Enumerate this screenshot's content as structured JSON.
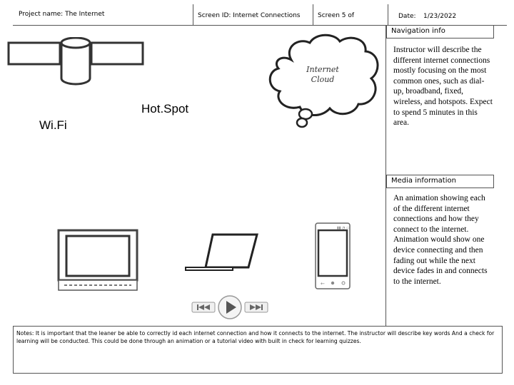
{
  "header": {
    "project_name": "Project name: The Internet",
    "screen_id": "Screen ID: Internet Connections",
    "screen_num": "Screen 5 of",
    "date_label": "Date:",
    "date_value": "1/23/2022"
  },
  "navigation": {
    "title": "Navigation info",
    "text": "Instructor will describe the different internet connections mostly focusing on the most common ones, such as dial-up, broadband, fixed, wireless, and hotspots. Expect to spend 5 minutes in this area."
  },
  "media": {
    "title": "Media information",
    "text": "An animation showing each of the different internet connections and how they connect to the internet. Animation would show one device connecting and then fading out while the next device fades in and connects to the internet."
  },
  "canvas": {
    "cloud_line1": "Internet",
    "cloud_line2": "Cloud",
    "hotspot_label": "Hot.Spot",
    "wifi_label": "Wi.Fi"
  },
  "notes": {
    "text": "Notes: It is important that the leaner be able to correctly id each internet connection and how it connects to the internet. The instructor will describe key words And a check for learning will be conducted. This could be done through an animation or a tutorial video with built in check for learning quizzes."
  },
  "icons": [
    "satellite-icon",
    "thought-cloud-icon",
    "monitor-icon",
    "laptop-icon",
    "smartphone-icon",
    "rewind-icon",
    "play-icon",
    "fast-forward-icon"
  ]
}
